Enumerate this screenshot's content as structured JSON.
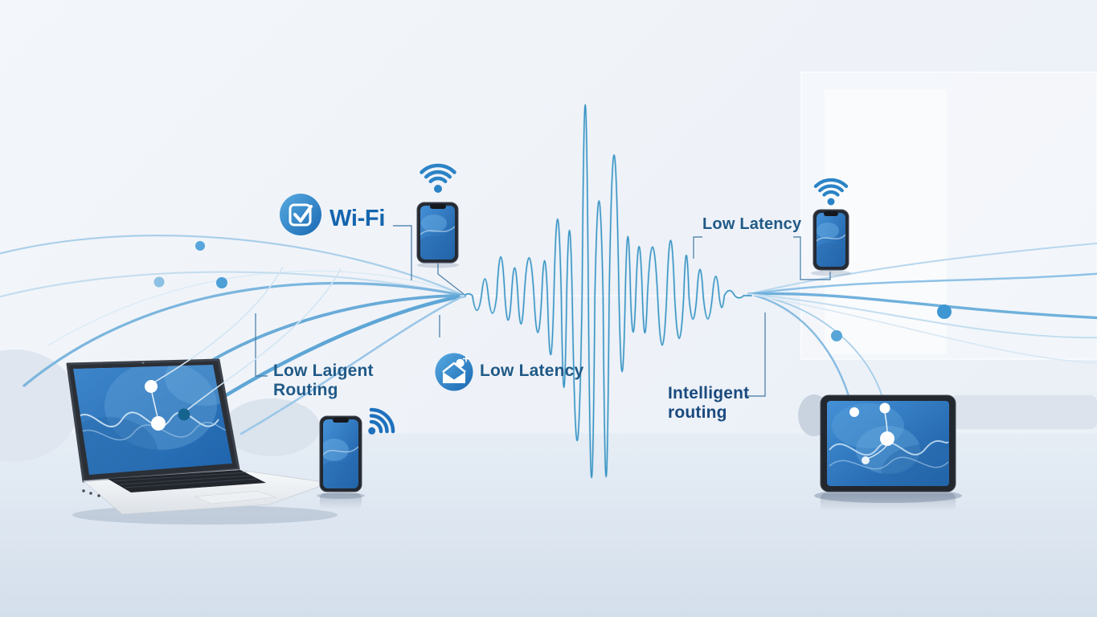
{
  "annotations": {
    "wifi": {
      "label": "Wi-Fi"
    },
    "routing_left": {
      "line1": "Low Laigent",
      "line2": "Routing"
    },
    "latency_center": {
      "label": "Low Latency"
    },
    "latency_right": {
      "label": "Low Latency"
    },
    "routing_right": {
      "line1": "Intelligent",
      "line2": "routing"
    }
  },
  "icons": {
    "checkbox": "checkbox-check-icon",
    "envelope": "envelope-inbox-icon",
    "wifi_top": "wifi-signal-icon",
    "wifi_right": "wifi-signal-icon",
    "wifi_bottom": "wifi-signal-icon"
  },
  "devices": {
    "laptop": "laptop",
    "phone_top": "smartphone",
    "phone_right": "smartphone",
    "phone_bottom": "smartphone",
    "tablet": "tablet"
  },
  "colors": {
    "wifi_text": "#1565ae",
    "label_text": "#205a87",
    "routing_right_text": "#1a4a7e",
    "accent_blue": "#2e86c9",
    "waveform_stroke": "#3390c2",
    "connector_line": "#4a7ea8",
    "icon_gradient_start": "#58abe2",
    "icon_gradient_end": "#1a68b2"
  }
}
